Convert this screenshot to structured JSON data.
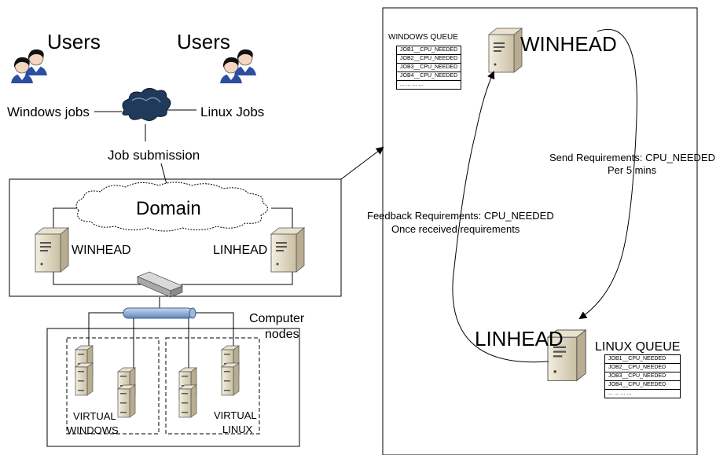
{
  "left": {
    "users_left": "Users",
    "users_right": "Users",
    "windows_jobs": "Windows jobs",
    "linux_jobs": "Linux Jobs",
    "job_submission": "Job submission",
    "domain": "Domain",
    "winhead": "WINHEAD",
    "linhead": "LINHEAD",
    "computer_nodes_line1": "Computer",
    "computer_nodes_line2": "nodes",
    "virtual_windows_line1": "VIRTUAL",
    "virtual_windows_line2": "WINDOWS",
    "virtual_linux_line1": "VIRTUAL",
    "virtual_linux_line2": "LINUX"
  },
  "right": {
    "windows_queue_title": "WINDOWS QUEUE",
    "windows_queue_rows": [
      "JOB1__CPU_NEEDED",
      "JOB2__CPU_NEEDED",
      "JOB3__CPU_NEEDED",
      "JOB4__CPU_NEEDED",
      "... ... ... ..."
    ],
    "winhead": "WINHEAD",
    "linhead": "LINHEAD",
    "linux_queue_title": "LINUX QUEUE",
    "linux_queue_rows": [
      "JOB1__CPU_NEEDED",
      "JOB2__CPU_NEEDED",
      "JOB3__CPU_NEEDED",
      "JOB4__CPU_NEEDED",
      "... ... ... ..."
    ],
    "send_line1": "Send Requirements: CPU_NEEDED",
    "send_line2": "Per 5 mins",
    "feedback_line1": "Feedback Requirements: CPU_NEEDED",
    "feedback_line2": "Once received requirements"
  },
  "icons": [
    "user-icon",
    "cloud-icon",
    "server-icon",
    "switch-icon",
    "bus-icon",
    "node-icon"
  ]
}
